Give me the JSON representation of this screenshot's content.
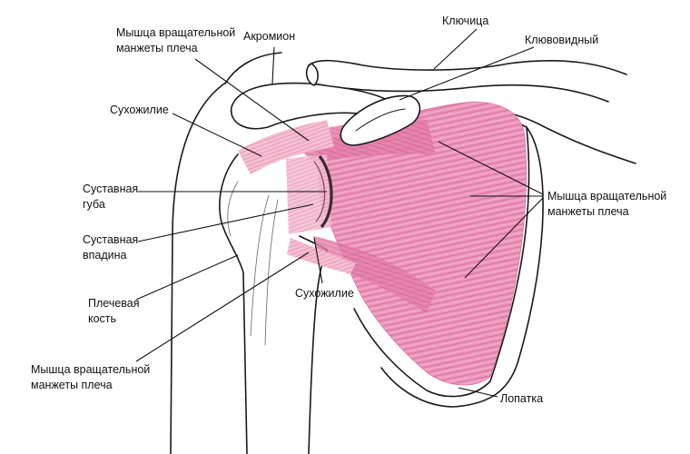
{
  "labels": {
    "rotator_cuff_top": [
      "Мышца вращательной",
      "манжеты плеча"
    ],
    "acromion": "Акромион",
    "clavicle": "Ключица",
    "coracoid": "Клювовидный",
    "tendon_upper": "Сухожилие",
    "glenoid_labrum": [
      "Суставная",
      "губа"
    ],
    "glenoid_cavity": [
      "Суставная",
      "впадина"
    ],
    "humerus": [
      "Плечевая",
      "кость"
    ],
    "rotator_cuff_bottom": [
      "Мышца вращательной",
      "манжеты плеча"
    ],
    "tendon_lower": "Сухожилие",
    "rotator_cuff_right": [
      "Мышца вращательной",
      "манжеты плеча"
    ],
    "scapula": "Лопатка"
  },
  "colors": {
    "muscle_fill": "#e98ab1",
    "muscle_stripe": "#c9467f",
    "tendon_fill": "#f2b5cb",
    "outline": "#1a1a1a",
    "labrum": "#3a2a35"
  }
}
